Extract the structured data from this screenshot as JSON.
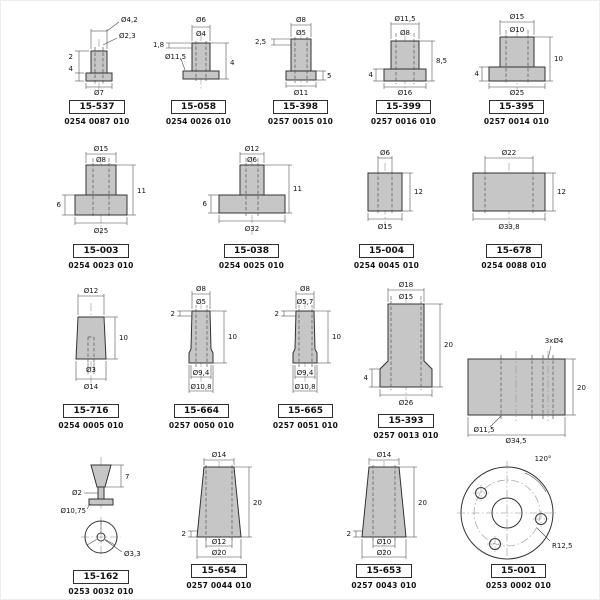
{
  "page": {
    "background": "#ffffff",
    "part_fill": "#c6c6c6",
    "line_color": "#333333"
  },
  "parts": [
    {
      "id": "15-537",
      "code": "0254 0087 010",
      "dims": {
        "top": "Ø4,2",
        "bore": "Ø2,3",
        "h1": "2",
        "h2": "4",
        "bottom": "Ø7"
      }
    },
    {
      "id": "15-058",
      "code": "0254 0026 010",
      "dims": {
        "top": "Ø6",
        "bore": "Ø4",
        "flange": "Ø11,5",
        "h1": "1,8",
        "h2": "4"
      }
    },
    {
      "id": "15-398",
      "code": "0257 0015 010",
      "dims": {
        "top": "Ø8",
        "bore": "Ø5",
        "h1": "2,5",
        "h2": "5",
        "bottom": "Ø11"
      }
    },
    {
      "id": "15-399",
      "code": "0257 0016 010",
      "dims": {
        "top": "Ø11,5",
        "bore": "Ø8",
        "h1": "4",
        "h2": "8,5",
        "bottom": "Ø16"
      }
    },
    {
      "id": "15-395",
      "code": "0257 0014 010",
      "dims": {
        "top": "Ø15",
        "bore": "Ø10",
        "h1": "4",
        "h2": "10",
        "bottom": "Ø25"
      }
    },
    {
      "id": "15-003",
      "code": "0254 0023 010",
      "dims": {
        "top": "Ø15",
        "bore": "Ø8",
        "h1": "6",
        "h2": "11",
        "bottom": "Ø25"
      }
    },
    {
      "id": "15-038",
      "code": "0254 0025 010",
      "dims": {
        "top": "Ø12",
        "bore": "Ø6",
        "h1": "6",
        "h2": "11",
        "bottom": "Ø32"
      }
    },
    {
      "id": "15-004",
      "code": "0254 0045 010",
      "dims": {
        "top": "Ø6",
        "h2": "12",
        "bottom": "Ø15"
      }
    },
    {
      "id": "15-678",
      "code": "0254 0088 010",
      "dims": {
        "top": "Ø22",
        "h2": "12",
        "bottom": "Ø33,8"
      }
    },
    {
      "id": "15-716",
      "code": "0254 0005 010",
      "dims": {
        "top": "Ø12",
        "h2": "10",
        "bore": "Ø3",
        "bottom": "Ø14"
      }
    },
    {
      "id": "15-664",
      "code": "0257 0050 010",
      "dims": {
        "top": "Ø8",
        "bore": "Ø5",
        "h1": "2",
        "h2": "10",
        "mid": "Ø9,4",
        "bottom": "Ø10,8"
      }
    },
    {
      "id": "15-665",
      "code": "0257 0051 010",
      "dims": {
        "top": "Ø8",
        "bore": "Ø5,7",
        "h1": "2",
        "h2": "10",
        "mid": "Ø9,4",
        "bottom": "Ø10,8"
      }
    },
    {
      "id": "15-393",
      "code": "0257 0013 010",
      "dims": {
        "top": "Ø18",
        "bore": "Ø15",
        "h1": "4",
        "h2": "20",
        "bottom": "Ø26"
      }
    },
    {
      "id": "15-162",
      "code": "0253 0032 010",
      "dims": {
        "h1": "7",
        "stem": "Ø2",
        "flange": "Ø10,75",
        "hole": "Ø3,3"
      }
    },
    {
      "id": "15-654",
      "code": "0257 0044 010",
      "dims": {
        "top": "Ø14",
        "h1": "2",
        "h2": "20",
        "bore": "Ø12",
        "bottom": "Ø20"
      }
    },
    {
      "id": "15-653",
      "code": "0257 0043 010",
      "dims": {
        "top": "Ø14",
        "h1": "2",
        "h2": "20",
        "bore": "Ø10",
        "bottom": "Ø20"
      }
    },
    {
      "id": "15-001",
      "code": "0253 0002 010",
      "dims": {
        "angle": "120°",
        "radius": "R12,5"
      },
      "side": {
        "holes": "3xØ4",
        "height": "20",
        "bore": "Ø11,5",
        "diameter": "Ø34,5"
      }
    }
  ]
}
